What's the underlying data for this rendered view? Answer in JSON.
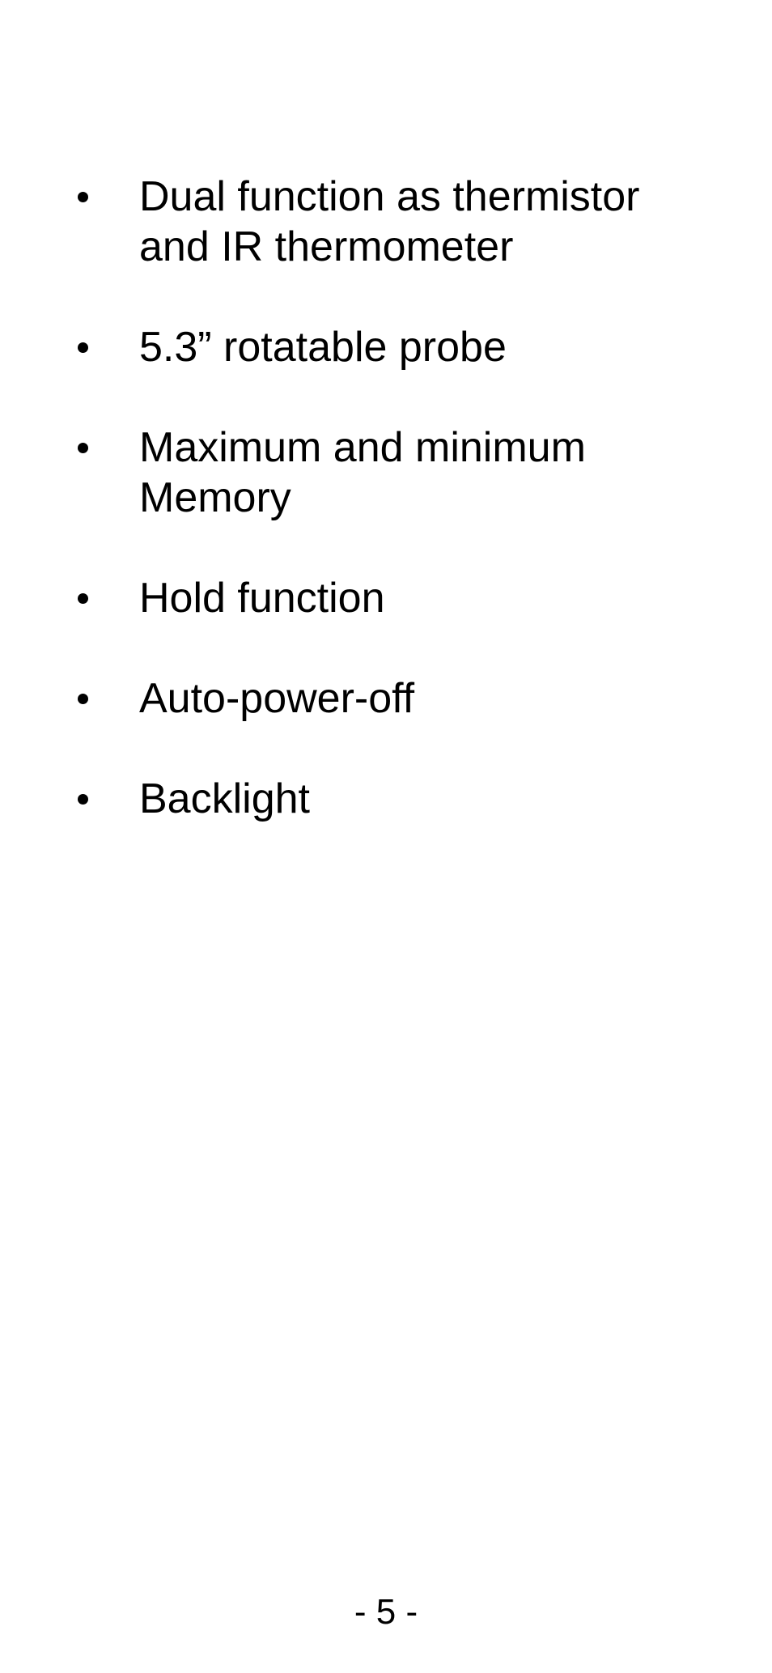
{
  "features": [
    "Dual function as thermistor and IR thermometer",
    "5.3” rotatable probe",
    "Maximum and minimum Memory",
    "Hold function",
    "Auto-power-off",
    "Backlight"
  ],
  "feature_lines": [
    [
      "Dual function as thermistor",
      "and IR thermometer"
    ],
    [
      "5.3” rotatable probe"
    ],
    [
      "Maximum and minimum",
      "Memory"
    ],
    [
      "Hold function"
    ],
    [
      "Auto-power-off"
    ],
    [
      "Backlight"
    ]
  ],
  "footer": {
    "page_number": "- 5 -"
  }
}
